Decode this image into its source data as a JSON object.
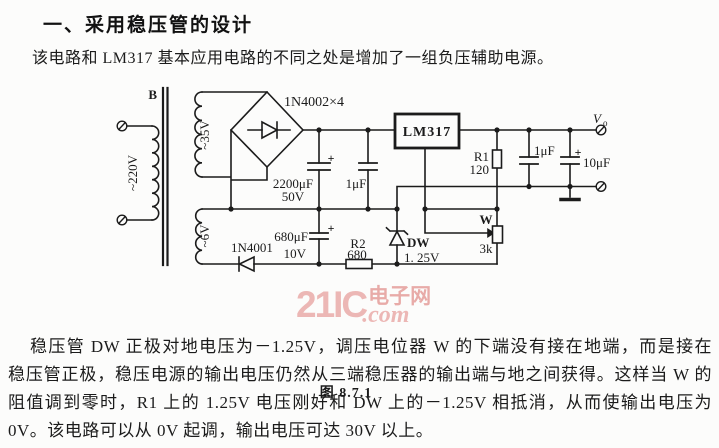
{
  "page": {
    "heading": "一、采用稳压管的设计",
    "intro": "该电路和 LM317 基本应用电路的不同之处是增加了一组负压辅助电源。",
    "caption": "图 8.7.1",
    "paragraph_lines": [
      "稳压管 DW 正极对地电压为－1.25V，调压电位器 W 的下端没有接在地端，而是接在",
      "稳压管正极，稳压电源的输出电压仍然从三端稳压器的输出端与地之间获得。这样当 W 的",
      "阻值调到零时，R1 上的 1.25V 电压刚好和 DW 上的－1.25V 相抵消，从而使输出电压为",
      "0V。该电路可以从 0V 起调，输出电压可达 30V 以上。"
    ]
  },
  "circuit": {
    "transformer": {
      "core_label": "B",
      "primary_label": "~220V",
      "secondary_top_label": "~35V",
      "secondary_bottom_label": "~6V"
    },
    "bridge_label": "1N4002×4",
    "regulator_label": "LM317",
    "caps": {
      "filter_main": "2200μF",
      "filter_main_v": "50V",
      "input_small": "1μF",
      "aux_filter": "680μF",
      "aux_filter_v": "10V",
      "output_small": "1μF",
      "output_large": "10μF",
      "plus": "+"
    },
    "resistors": {
      "r1_name": "R1",
      "r1_value": "120",
      "r2_name": "R2",
      "r2_value": "680"
    },
    "pot": {
      "name": "W",
      "value": "3k"
    },
    "aux_diode_label": "1N4001",
    "zener_name": "DW",
    "zener_value": "1. 25V",
    "output_label": "V",
    "output_label_sub": "o"
  },
  "watermark": {
    "brand": "21IC",
    "site": "电子网",
    "domain": ".com"
  },
  "colors": {
    "ink": "#1b1b1b",
    "watermark_pink": "#e0807c",
    "watermark_red": "#d96a66"
  }
}
